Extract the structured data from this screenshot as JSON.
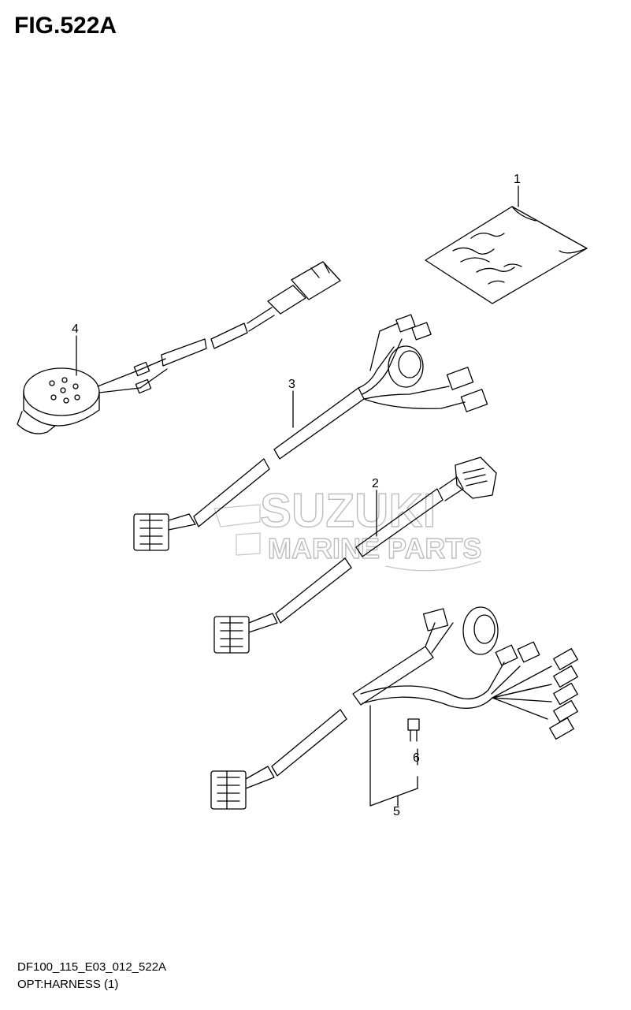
{
  "figure": {
    "title": "FIG.522A",
    "model_code": "DF100_115_E03_012_522A",
    "section_name": "OPT:HARNESS (1)"
  },
  "watermark": {
    "line1": "SUZUKI",
    "line2": "MARINE PARTS"
  },
  "parts": [
    {
      "ref": "1",
      "kind": "instruction-sheet"
    },
    {
      "ref": "2",
      "kind": "extension-harness"
    },
    {
      "ref": "3",
      "kind": "harness-with-connectors"
    },
    {
      "ref": "4",
      "kind": "buzzer-harness"
    },
    {
      "ref": "5",
      "kind": "main-harness-kit"
    },
    {
      "ref": "6",
      "kind": "fuse"
    }
  ],
  "colors": {
    "line": "#000000",
    "watermark": "#bdbdbd",
    "background": "#ffffff"
  }
}
